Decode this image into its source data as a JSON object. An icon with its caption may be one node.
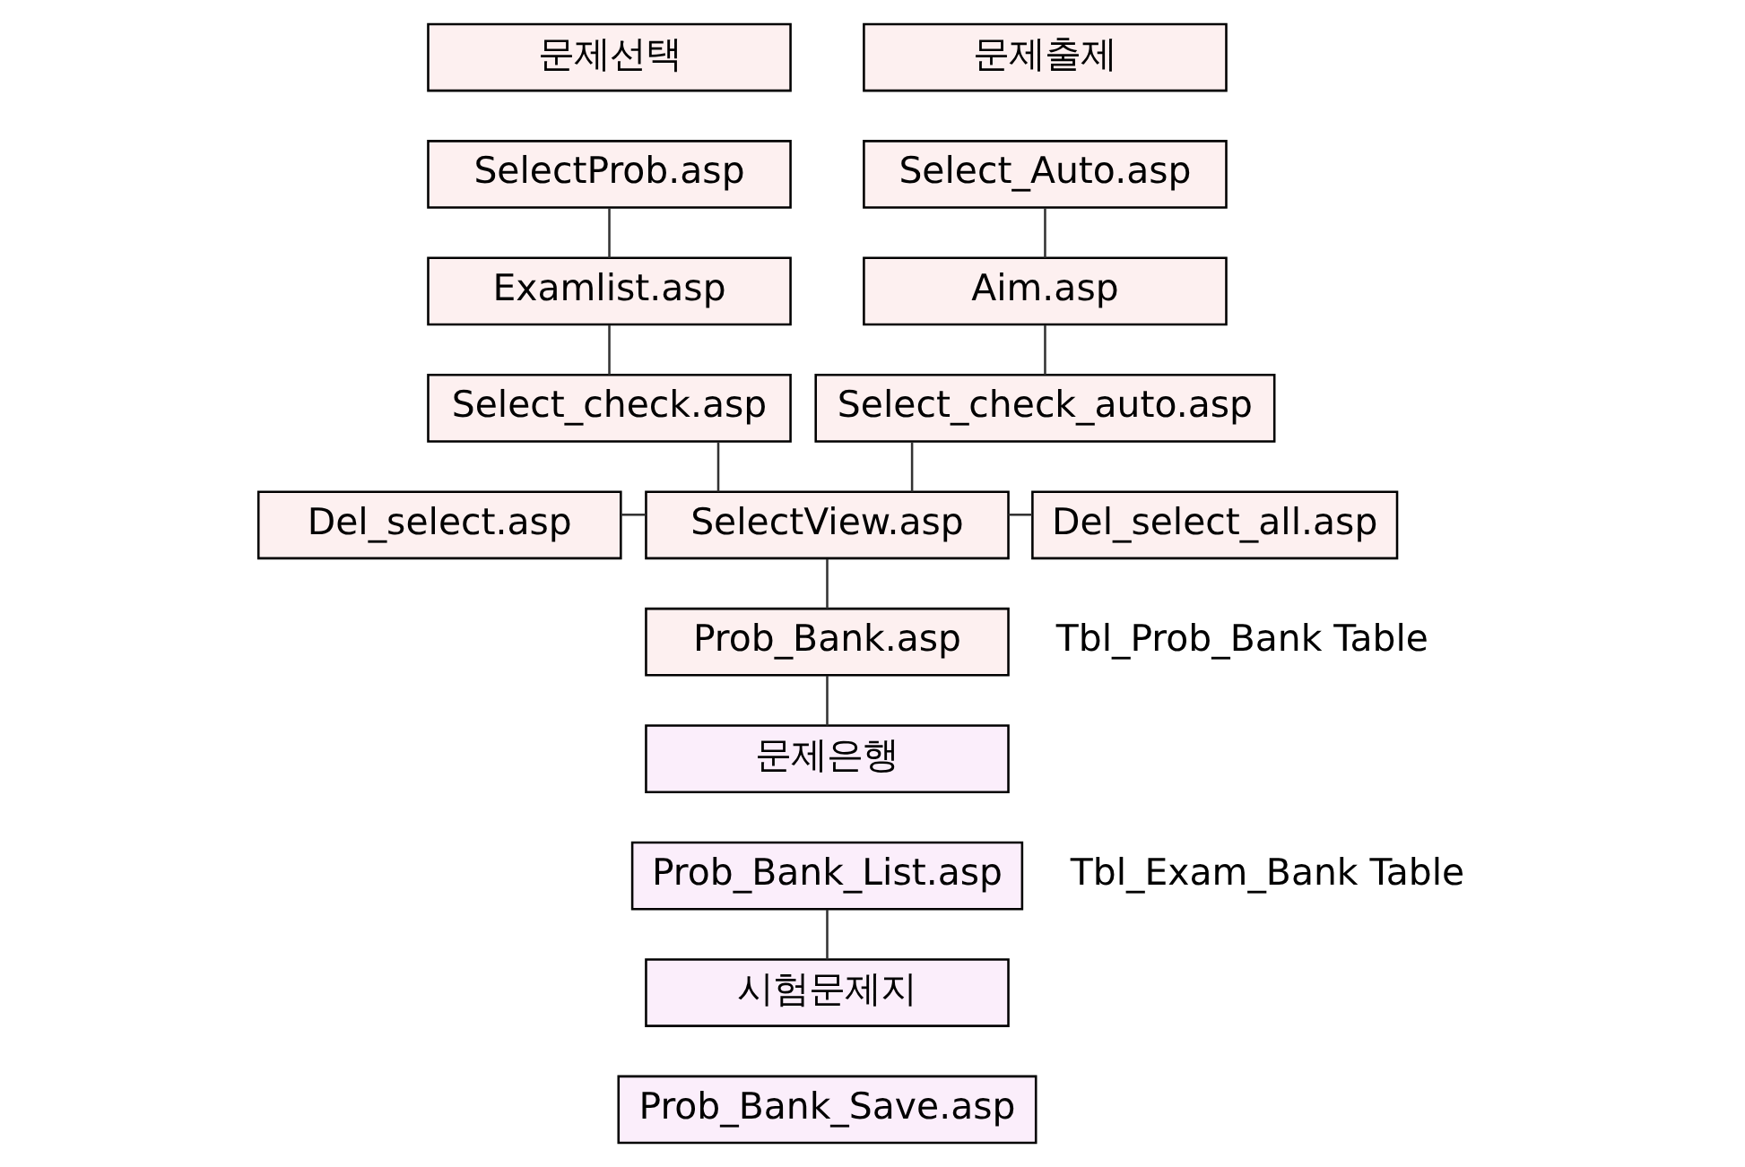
{
  "diagram": {
    "nodes": [
      {
        "text": [
          "문제선택"
        ]
      },
      {
        "text": [
          "문제출제"
        ]
      },
      {
        "text": [
          "SelectProb.asp"
        ]
      },
      {
        "text": [
          "Select_Auto.asp"
        ]
      },
      {
        "text": [
          "Examlist.asp"
        ]
      },
      {
        "text": [
          "Aim.asp"
        ]
      },
      {
        "text": [
          "Select_check.asp"
        ]
      },
      {
        "text": [
          "Select_check_auto.asp"
        ]
      },
      {
        "text": [
          "Del_select.asp"
        ]
      },
      {
        "text": [
          "SelectView.asp"
        ]
      },
      {
        "text": [
          "Del_select_all.asp"
        ]
      },
      {
        "text": [
          "Prob_Bank.asp"
        ],
        "beside": [
          "Tbl_Prob_Bank Table"
        ]
      },
      {
        "text": [
          "문제은행"
        ]
      },
      {
        "text": [
          "Prob_Bank_List.asp"
        ],
        "beside": [
          "Tbl_Exam_Bank Table"
        ]
      },
      {
        "text": [
          "시험문제지"
        ]
      },
      {
        "text": [
          "Prob_Bank_Save.asp"
        ]
      }
    ],
    "edges": [
      {
        "from": 2,
        "to": 4,
        "arrow": "none"
      },
      {
        "from": 3,
        "to": 5,
        "arrow": "none"
      },
      {
        "from": 4,
        "to": 6,
        "arrow": "none"
      },
      {
        "from": 5,
        "to": 7,
        "arrow": "none"
      },
      {
        "from": 6,
        "to": 9,
        "arrow": "none"
      },
      {
        "from": 7,
        "to": 9,
        "arrow": "none"
      },
      {
        "from": 8,
        "to": 9,
        "arrow": "none"
      },
      {
        "from": 9,
        "to": 10,
        "arrow": "none"
      },
      {
        "from": 9,
        "to": 11,
        "arrow": "none"
      },
      {
        "from": 11,
        "to": 12,
        "arrow": "none"
      },
      {
        "from": 13,
        "to": 14,
        "arrow": "none"
      }
    ]
  }
}
